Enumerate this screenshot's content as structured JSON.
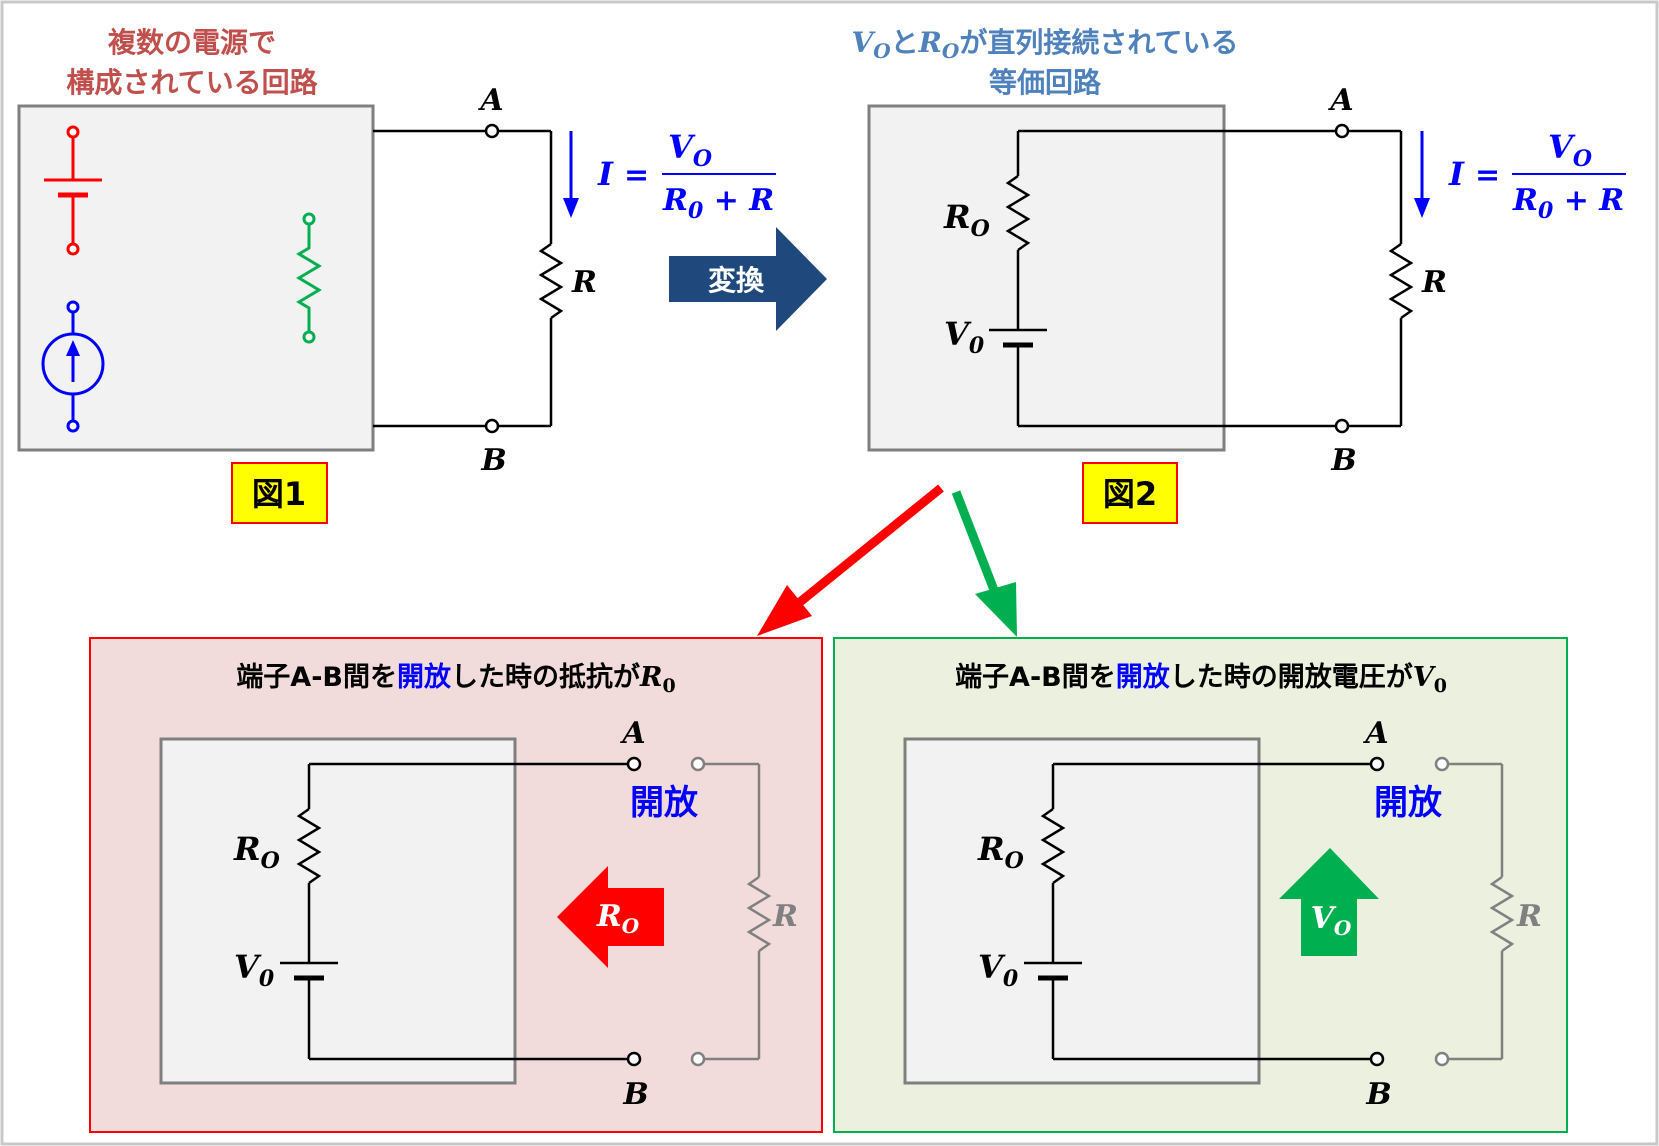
{
  "colors": {
    "frame": "#c8c8c8",
    "box_fill": "#f2f2f2",
    "box_stroke": "#7f7f7f",
    "wire": "#000000",
    "caption_red": "#c0504d",
    "caption_blue": "#4f81bd",
    "label_fill": "#ffff00",
    "label_stroke": "#ff0000",
    "source_red": "#ff0000",
    "source_blue": "#0000ff",
    "resistor_green": "#00b050",
    "arrow_navy": "#1f497d",
    "math_blue": "#0000ff",
    "open_gray": "#808080",
    "left_panel_fill": "#f2dcdb",
    "left_panel_stroke": "#ff0000",
    "right_panel_fill": "#ebf1de",
    "right_panel_stroke": "#00b050",
    "branch_red": "#ff0000",
    "branch_green": "#00b050"
  },
  "fig1": {
    "caption_line1": "複数の電源で",
    "caption_line2": "構成されている回路",
    "label": "図1",
    "terminal_a": "A",
    "terminal_b": "B",
    "resistor": "R",
    "current_lhs": "I",
    "equals": "=",
    "numerator_main": "V",
    "numerator_sub": "O",
    "denominator_main": "R",
    "denominator_sub": "0",
    "denominator_rest": " + R"
  },
  "transform": {
    "label": "変換"
  },
  "fig2": {
    "caption_v": "V",
    "caption_v_sub": "O",
    "caption_to": "と",
    "caption_r": "R",
    "caption_r_sub": "O",
    "caption_rest": "が直列接続されている",
    "caption_line2": "等価回路",
    "label": "図2",
    "terminal_a": "A",
    "terminal_b": "B",
    "resistor": "R",
    "r0_main": "R",
    "r0_sub": "O",
    "v0_main": "V",
    "v0_sub": "0",
    "current_lhs": "I",
    "equals": "=",
    "numerator_main": "V",
    "numerator_sub": "O",
    "denominator_main": "R",
    "denominator_sub": "0",
    "denominator_rest": " + R"
  },
  "panel_resistance": {
    "title_pre": "端子A-B間を",
    "title_open": "開放",
    "title_post": "した時の抵抗が",
    "title_math": "R",
    "title_math_sub": "0",
    "terminal_a": "A",
    "terminal_b": "B",
    "open_label": "開放",
    "r0_main": "R",
    "r0_sub": "O",
    "v0_main": "V",
    "v0_sub": "0",
    "arrow_main": "R",
    "arrow_sub": "O",
    "resistor": "R"
  },
  "panel_voltage": {
    "title_pre": "端子A-B間を",
    "title_open": "開放",
    "title_post": "した時の開放電圧が",
    "title_math": "V",
    "title_math_sub": "0",
    "terminal_a": "A",
    "terminal_b": "B",
    "open_label": "開放",
    "r0_main": "R",
    "r0_sub": "O",
    "v0_main": "V",
    "v0_sub": "0",
    "arrow_main": "V",
    "arrow_sub": "O",
    "resistor": "R"
  }
}
